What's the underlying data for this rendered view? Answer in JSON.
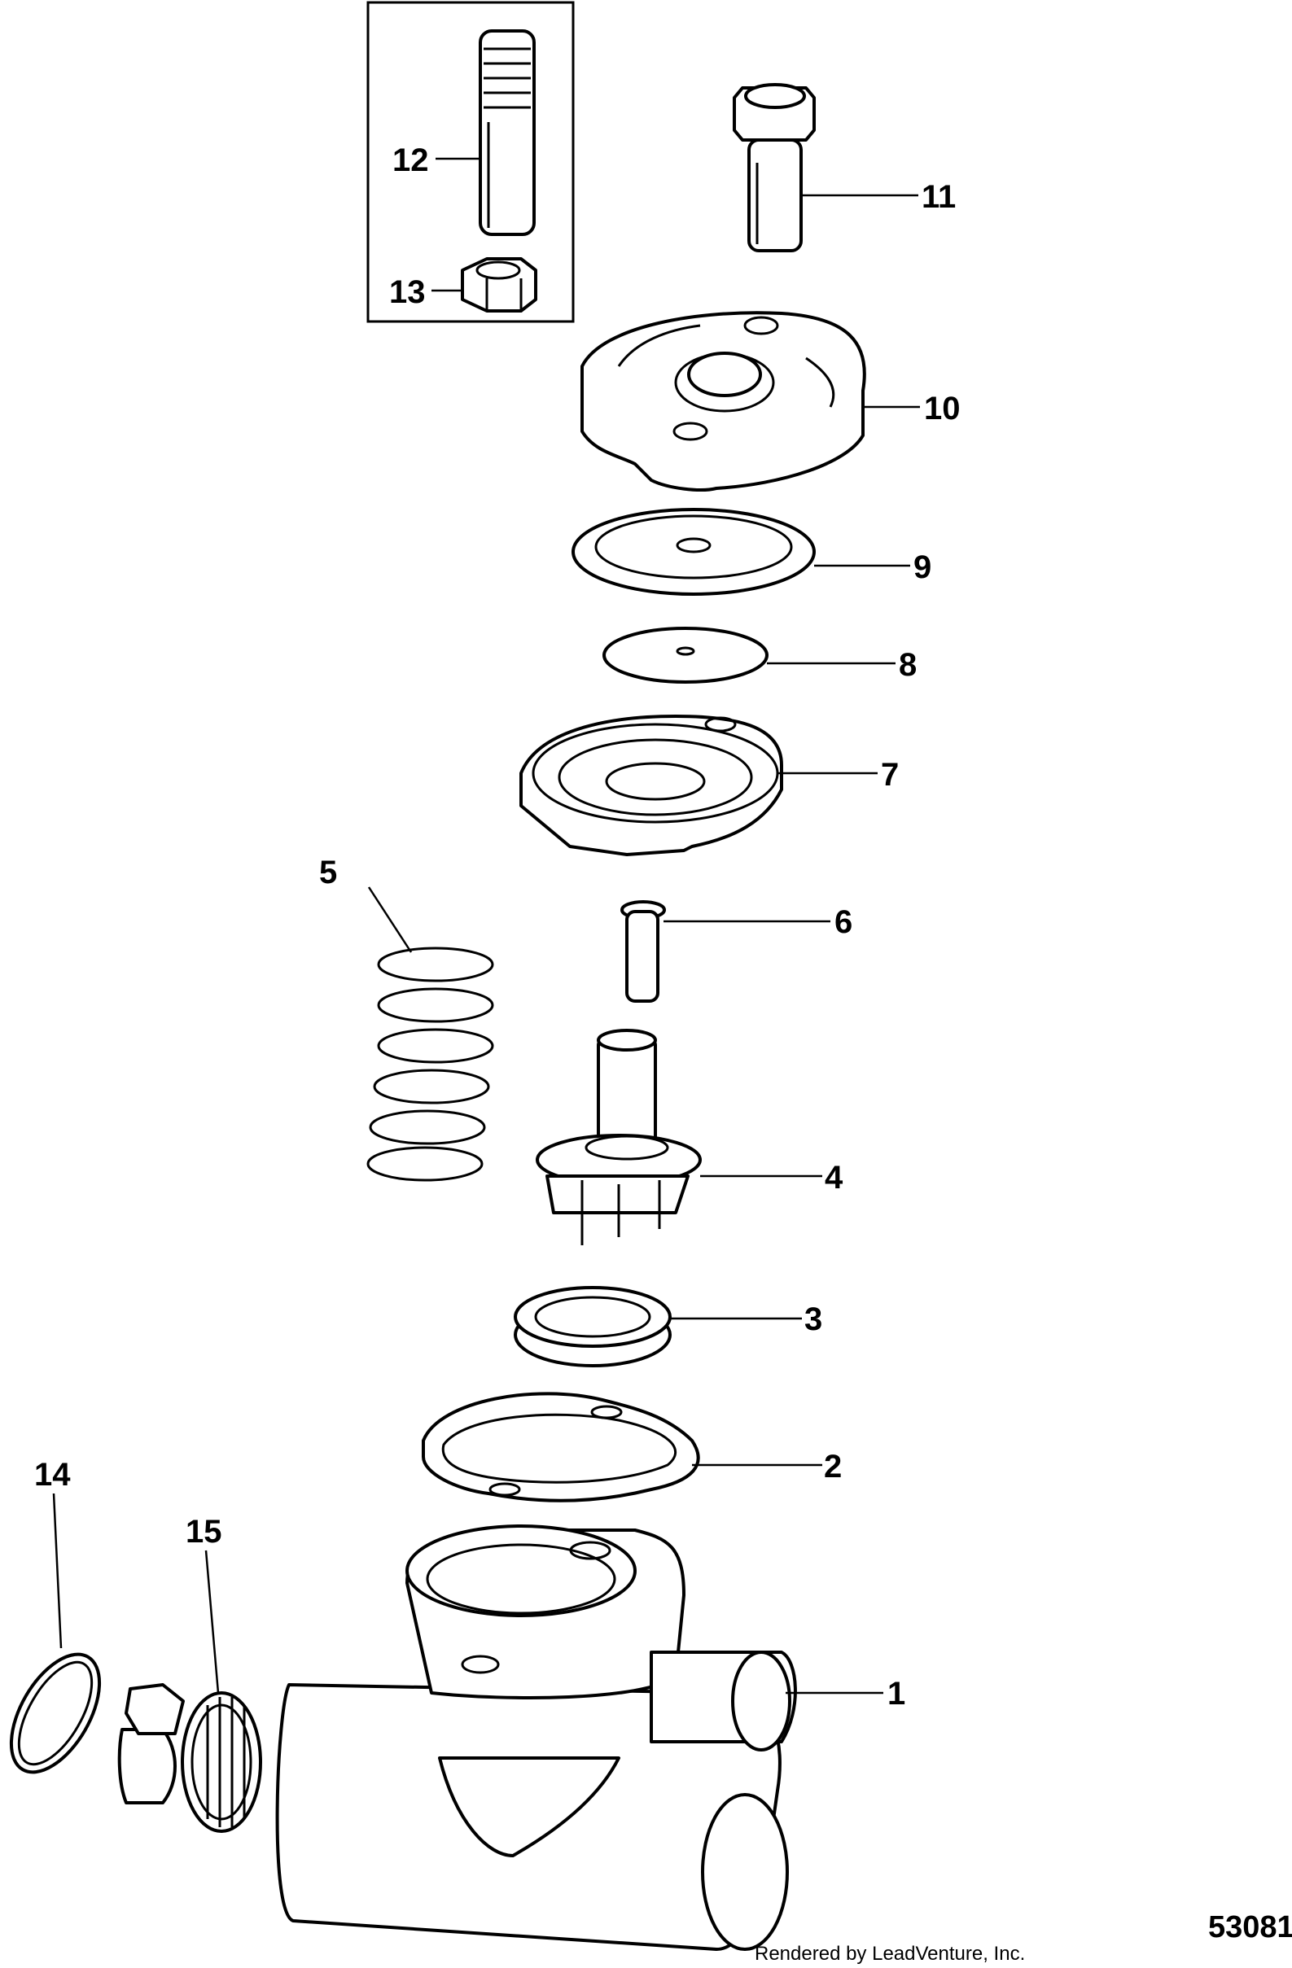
{
  "callouts": {
    "c1": "1",
    "c2": "2",
    "c3": "3",
    "c4": "4",
    "c5": "5",
    "c6": "6",
    "c7": "7",
    "c8": "8",
    "c9": "9",
    "c10": "10",
    "c11": "11",
    "c12": "12",
    "c13": "13",
    "c14": "14",
    "c15": "15"
  },
  "figure_id": "53081",
  "credit": "Rendered by LeadVenture, Inc.",
  "colors": {
    "line": "#000000",
    "background": "#ffffff"
  }
}
